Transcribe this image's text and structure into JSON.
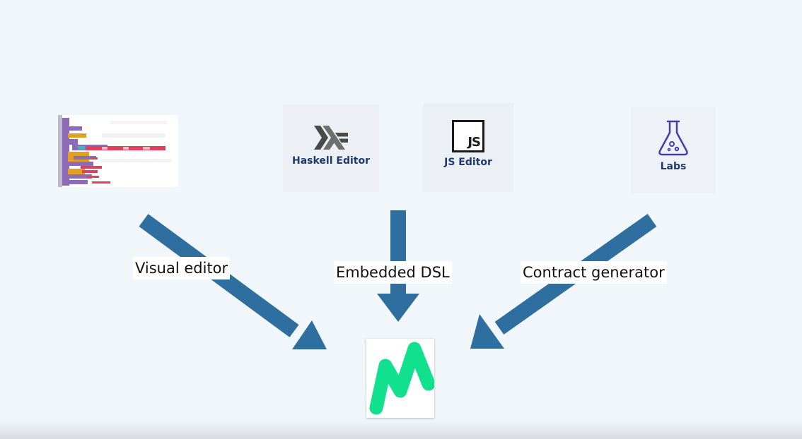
{
  "sources": {
    "visual": {
      "icon": "blockly-blocks-icon"
    },
    "haskell": {
      "label": "Haskell Editor",
      "icon": "haskell-logo-icon"
    },
    "js": {
      "label": "JS Editor",
      "icon": "js-logo-icon",
      "icon_text": "JS"
    },
    "labs": {
      "label": "Labs",
      "icon": "flask-icon"
    }
  },
  "edges": {
    "visual": "Visual editor",
    "dsl": "Embedded DSL",
    "generator": "Contract generator"
  },
  "target": {
    "icon": "marlowe-logo-icon"
  },
  "colors": {
    "background": "#f1f6fa",
    "arrow": "#2f6f9f",
    "label_text": "#1f3a6e",
    "haskell_gray": "#4a4a4a",
    "flask_purple": "#4a3aa8",
    "marlowe_green": "#11e08f",
    "block_purple": "#8e6bb8",
    "block_orange": "#e0a020",
    "block_red": "#e0405a",
    "block_teal": "#3fb7a8"
  }
}
